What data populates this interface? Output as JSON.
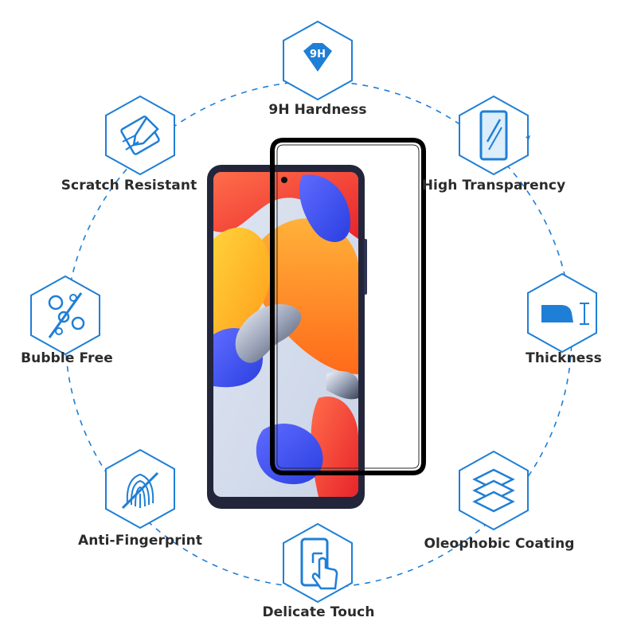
{
  "colors": {
    "accent": "#1f7fd6",
    "accent_light": "#dceefc",
    "label": "#2b2b2b",
    "phone_frame": "#23263a",
    "film_edge": "#000000"
  },
  "features": [
    {
      "label": "9H Hardness",
      "icon": "diamond-9h-icon",
      "icon_text": "9H"
    },
    {
      "label": "High Transparency",
      "icon": "glass-panel-icon"
    },
    {
      "label": "Thickness",
      "icon": "thickness-edge-icon"
    },
    {
      "label": "Oleophobic Coating",
      "icon": "layers-icon"
    },
    {
      "label": "Delicate Touch",
      "icon": "touch-hand-icon"
    },
    {
      "label": "Anti-Fingerprint",
      "icon": "fingerprint-icon"
    },
    {
      "label": "Bubble Free",
      "icon": "bubbles-icon"
    },
    {
      "label": "Scratch Resistant",
      "icon": "scratch-icon"
    }
  ]
}
